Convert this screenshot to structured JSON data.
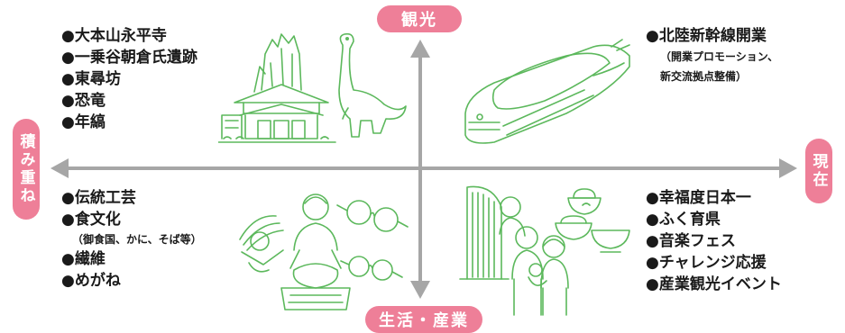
{
  "axes": {
    "top": "観光",
    "bottom": "生活・産業",
    "left": "積み重ね",
    "right": "現在"
  },
  "quadrants": {
    "top_left": {
      "items": [
        "●大本山永平寺",
        "●一乗谷朝倉氏遺跡",
        "●東尋坊",
        "●恐竜",
        "●年縞"
      ]
    },
    "top_right": {
      "items": [
        "●北陸新幹線開業"
      ],
      "note_lines": [
        "（開業プロモーション、",
        "新交流拠点整備）"
      ]
    },
    "bottom_left": {
      "items": [
        "●伝統工芸",
        "●食文化"
      ],
      "note": "（御食国、かに、そば等）",
      "items_after": [
        "●繊維",
        "●めがね"
      ]
    },
    "bottom_right": {
      "items": [
        "●幸福度日本一",
        "●ふく育県",
        "●音楽フェス",
        "●チャレンジ応援",
        "●産業観光イベント"
      ]
    }
  },
  "colors": {
    "accent": "#ee7f98",
    "axis": "#a6a6a6",
    "illustration": "#5cb85c"
  },
  "illustrations": {
    "top_left": "temple-cliff-dinosaur-illustration",
    "top_right": "shinkansen-train-illustration",
    "bottom_left": "craft-glasses-illustration",
    "bottom_right": "family-harp-food-illustration"
  }
}
